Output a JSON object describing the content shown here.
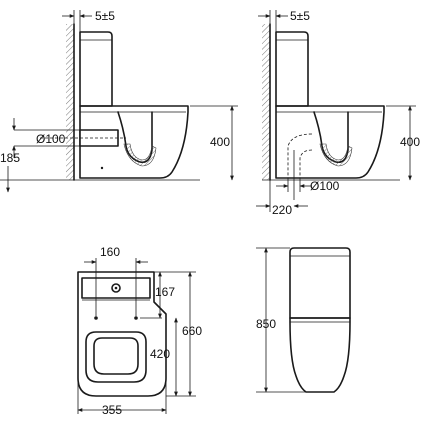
{
  "dimensions": {
    "wall_gap": "5±5",
    "wall_gap_2": "5±5",
    "outlet_diameter": "Ø100",
    "outlet_height": "185",
    "seat_height": "400",
    "seat_height_2": "400",
    "rear_outlet_offset": "220",
    "floor_outlet_diameter": "Ø100",
    "tank_hole_spacing": "160",
    "tank_to_hole": "167",
    "total_depth": "660",
    "hole_to_front": "420",
    "bowl_width": "355",
    "total_height": "850"
  }
}
